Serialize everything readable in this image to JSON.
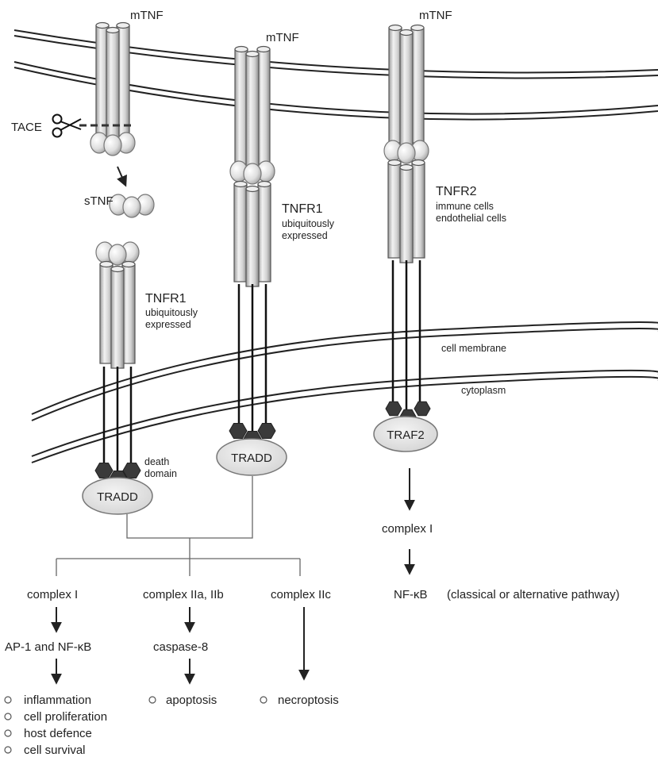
{
  "labels": {
    "mtnf_left": "mTNF",
    "mtnf_middle": "mTNF",
    "mtnf_right": "mTNF",
    "tace": "TACE",
    "stnf": "sTNF",
    "tnfr1_left": "TNFR1",
    "tnfr1_left_sub1": "ubiquitously",
    "tnfr1_left_sub2": "expressed",
    "tnfr1_middle": "TNFR1",
    "tnfr1_middle_sub1": "ubiquitously",
    "tnfr1_middle_sub2": "expressed",
    "tnfr2": "TNFR2",
    "tnfr2_sub1": "immune cells",
    "tnfr2_sub2": "endothelial cells",
    "cell_membrane": "cell membrane",
    "cytoplasm": "cytoplasm",
    "death_domain_1": "death",
    "death_domain_2": "domain",
    "tradd_left": "TRADD",
    "tradd_middle": "TRADD",
    "traf2": "TRAF2"
  },
  "pathway_tnfr1": {
    "complex_1": "complex I",
    "complex_2ab": "complex IIa, IIb",
    "complex_2c": "complex IIc",
    "ap1_nfkb": "AP-1 and NF-κB",
    "caspase8": "caspase-8",
    "outcomes_complex_1": [
      "inflammation",
      "cell proliferation",
      "host defence",
      "cell survival"
    ],
    "outcome_apoptosis": "apoptosis",
    "outcome_necroptosis": "necroptosis"
  },
  "pathway_tnfr2": {
    "complex_1": "complex I",
    "nfkb": "NF-κB",
    "nfkb_note": "(classical or alternative pathway)"
  }
}
